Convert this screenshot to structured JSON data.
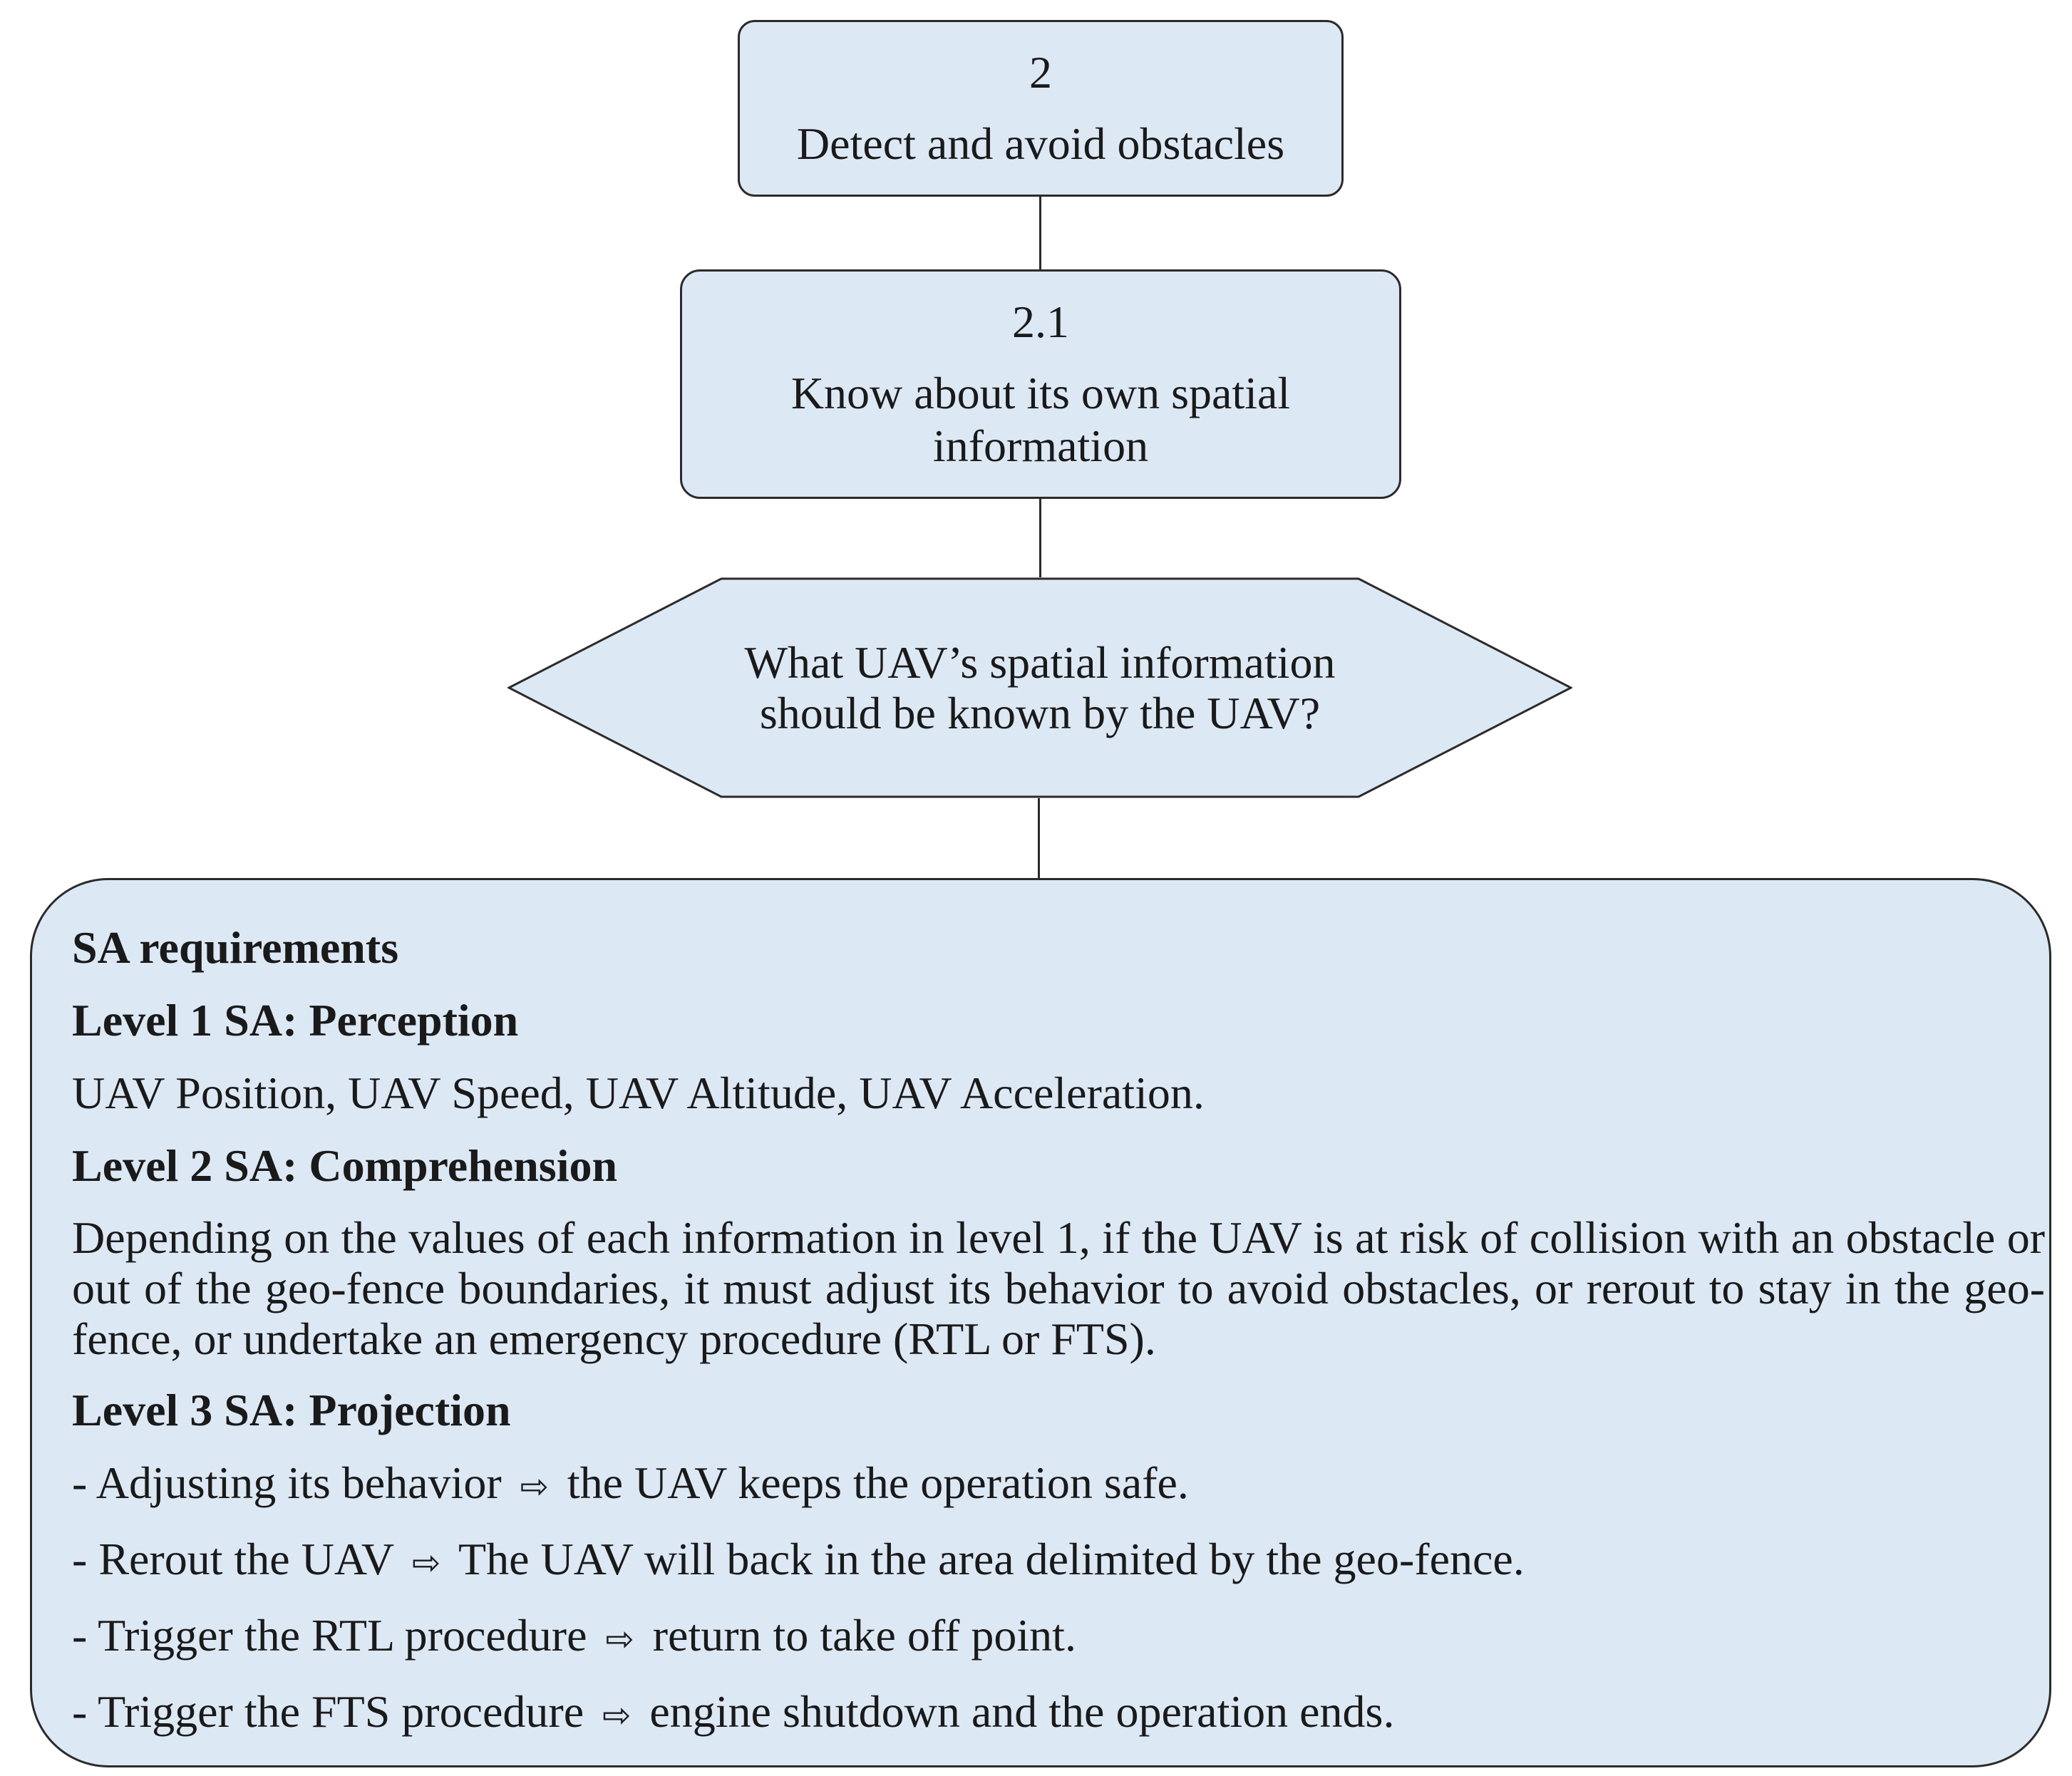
{
  "nodes": {
    "goal": {
      "number": "2",
      "title": "Detect and avoid obstacles"
    },
    "subgoal": {
      "number": "2.1",
      "title": "Know about its own spatial information"
    },
    "question": "What UAV’s spatial information should be known by the UAV?"
  },
  "sa_requirements": {
    "header": "SA requirements",
    "level1": {
      "heading": "Level 1 SA: Perception",
      "text": "UAV Position, UAV Speed, UAV Altitude, UAV Acceleration."
    },
    "level2": {
      "heading": "Level 2 SA: Comprehension",
      "text": "Depending on the values of each information in level 1, if the UAV is at risk of collision with an obstacle or out of the geo-fence boundaries, it must adjust its behavior to avoid obstacles, or rerout to stay in the geo-fence, or undertake an emergency procedure (RTL or FTS)."
    },
    "level3": {
      "heading": "Level 3 SA: Projection",
      "arrow": "⇨",
      "items": [
        {
          "action": "- Adjusting its behavior",
          "result": "the UAV keeps the operation safe."
        },
        {
          "action": "- Rerout the UAV",
          "result": "The UAV will back in the area delimited by the geo-fence."
        },
        {
          "action": "- Trigger the RTL procedure",
          "result": "return to take off point."
        },
        {
          "action": "- Trigger the FTS procedure",
          "result": "engine shutdown and the operation ends."
        }
      ]
    }
  },
  "colors": {
    "fill": "#dde8f5",
    "stroke": "#2b2b2b"
  }
}
